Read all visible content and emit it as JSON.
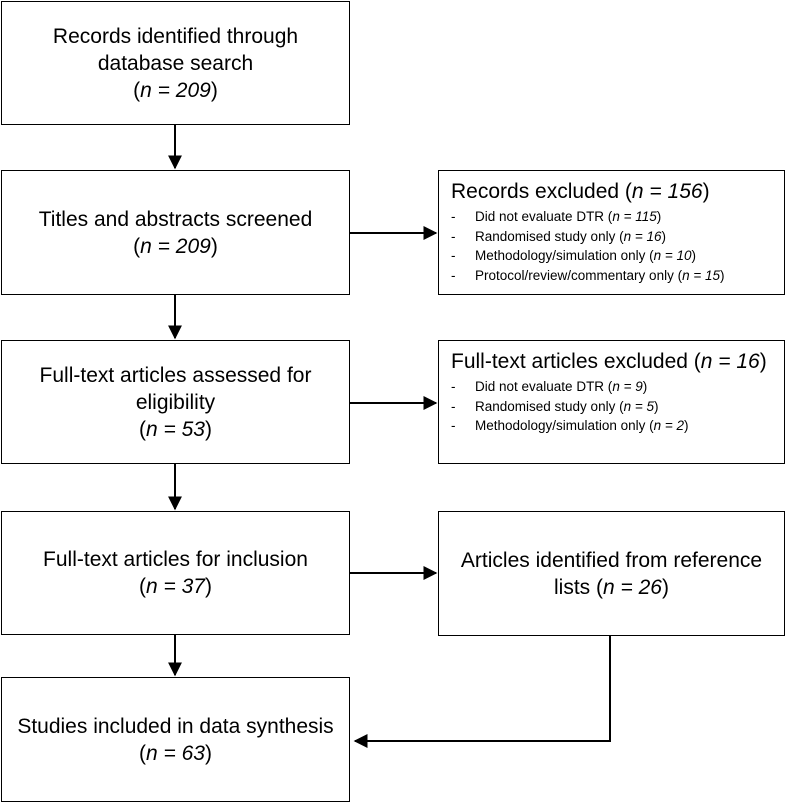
{
  "boxes": {
    "identified": {
      "line1": "Records identified through",
      "line2": "database search",
      "n_label": "n",
      "n_value": " = 209"
    },
    "screened": {
      "line1": "Titles and abstracts screened",
      "n_label": "n",
      "n_value": " = 209"
    },
    "fulltext": {
      "line1": "Full-text articles assessed for",
      "line2": "eligibility",
      "n_label": "n",
      "n_value": " = 53"
    },
    "inclusion": {
      "line1": "Full-text articles for inclusion",
      "n_label": "n",
      "n_value": " = 37"
    },
    "synthesis": {
      "line1": "Studies included in data synthesis",
      "n_label": "n",
      "n_value": " = 63"
    },
    "records_excluded": {
      "head_text": "Records excluded (",
      "head_n": "n = 156",
      "items": [
        {
          "text": "Did not evaluate DTR (",
          "n": "n = 115"
        },
        {
          "text": "Randomised study only (",
          "n": "n = 16"
        },
        {
          "text": "Methodology/simulation only (",
          "n": "n = 10"
        },
        {
          "text": "Protocol/review/commentary only (",
          "n": "n = 15"
        }
      ]
    },
    "fulltext_excluded": {
      "head_text": "Full-text articles excluded (",
      "head_n": "n = 16",
      "items": [
        {
          "text": "Did not evaluate DTR (",
          "n": "n = 9"
        },
        {
          "text": "Randomised study only (",
          "n": "n = 5"
        },
        {
          "text": "Methodology/simulation only (",
          "n": "n = 2"
        }
      ]
    },
    "reference_lists": {
      "line1": "Articles identified from reference",
      "line2_text": "lists (",
      "line2_n": "n = 26"
    }
  },
  "symbols": {
    "dash": "-",
    "close_paren": ")"
  }
}
